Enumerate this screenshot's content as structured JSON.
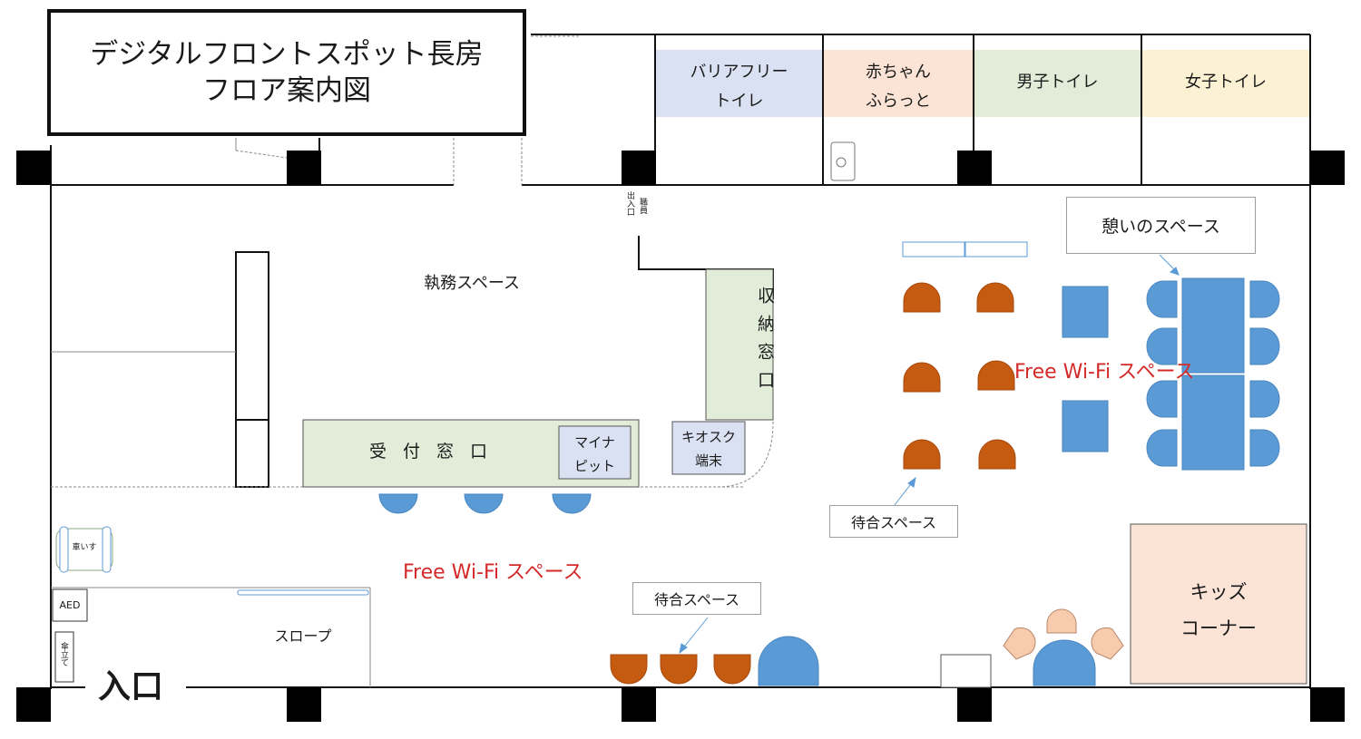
{
  "title": {
    "line1": "デジタルフロントスポット長房",
    "line2": "フロア案内図"
  },
  "restrooms": {
    "barrier_free": {
      "line1": "バリアフリー",
      "line2": "トイレ",
      "color": "#dae1f2"
    },
    "baby": {
      "line1": "赤ちゃん",
      "line2": "ふらっと",
      "color": "#fbe3d6"
    },
    "men": {
      "label": "男子トイレ",
      "color": "#e1ecd9"
    },
    "women": {
      "label": "女子トイレ",
      "color": "#fdf1d3"
    }
  },
  "rooms": {
    "office": "執務スペース",
    "staff_door": {
      "col1": "職員",
      "col2": "出入口"
    },
    "storage_window": "収納窓口",
    "reception": "受 付 窓 口",
    "mynapit": {
      "line1": "マイナ",
      "line2": "ピット"
    },
    "kiosk": {
      "line1": "キオスク",
      "line2": "端末"
    },
    "rest_space": "憩いのスペース",
    "waiting_right": "待合スペース",
    "waiting_bottom": "待合スペース",
    "kids": {
      "line1": "キッズ",
      "line2": "コーナー"
    },
    "slope": "スロープ",
    "wheelchair": "車いす",
    "aed": "AED",
    "umbrella": "傘立て",
    "entrance": "入口"
  },
  "wifi": {
    "right": "Free Wi-Fi スペース",
    "left": "Free Wi-Fi スペース"
  },
  "colors": {
    "counter": "#e1ecd9",
    "blue_furniture": "#5b9bd5",
    "orange_chair": "#c55a11",
    "kids_area": "#fbe3d6",
    "kids_chair": "#f8cbad",
    "wifi_text": "#d42a2a",
    "kiosk_box": "#dae1f2"
  }
}
